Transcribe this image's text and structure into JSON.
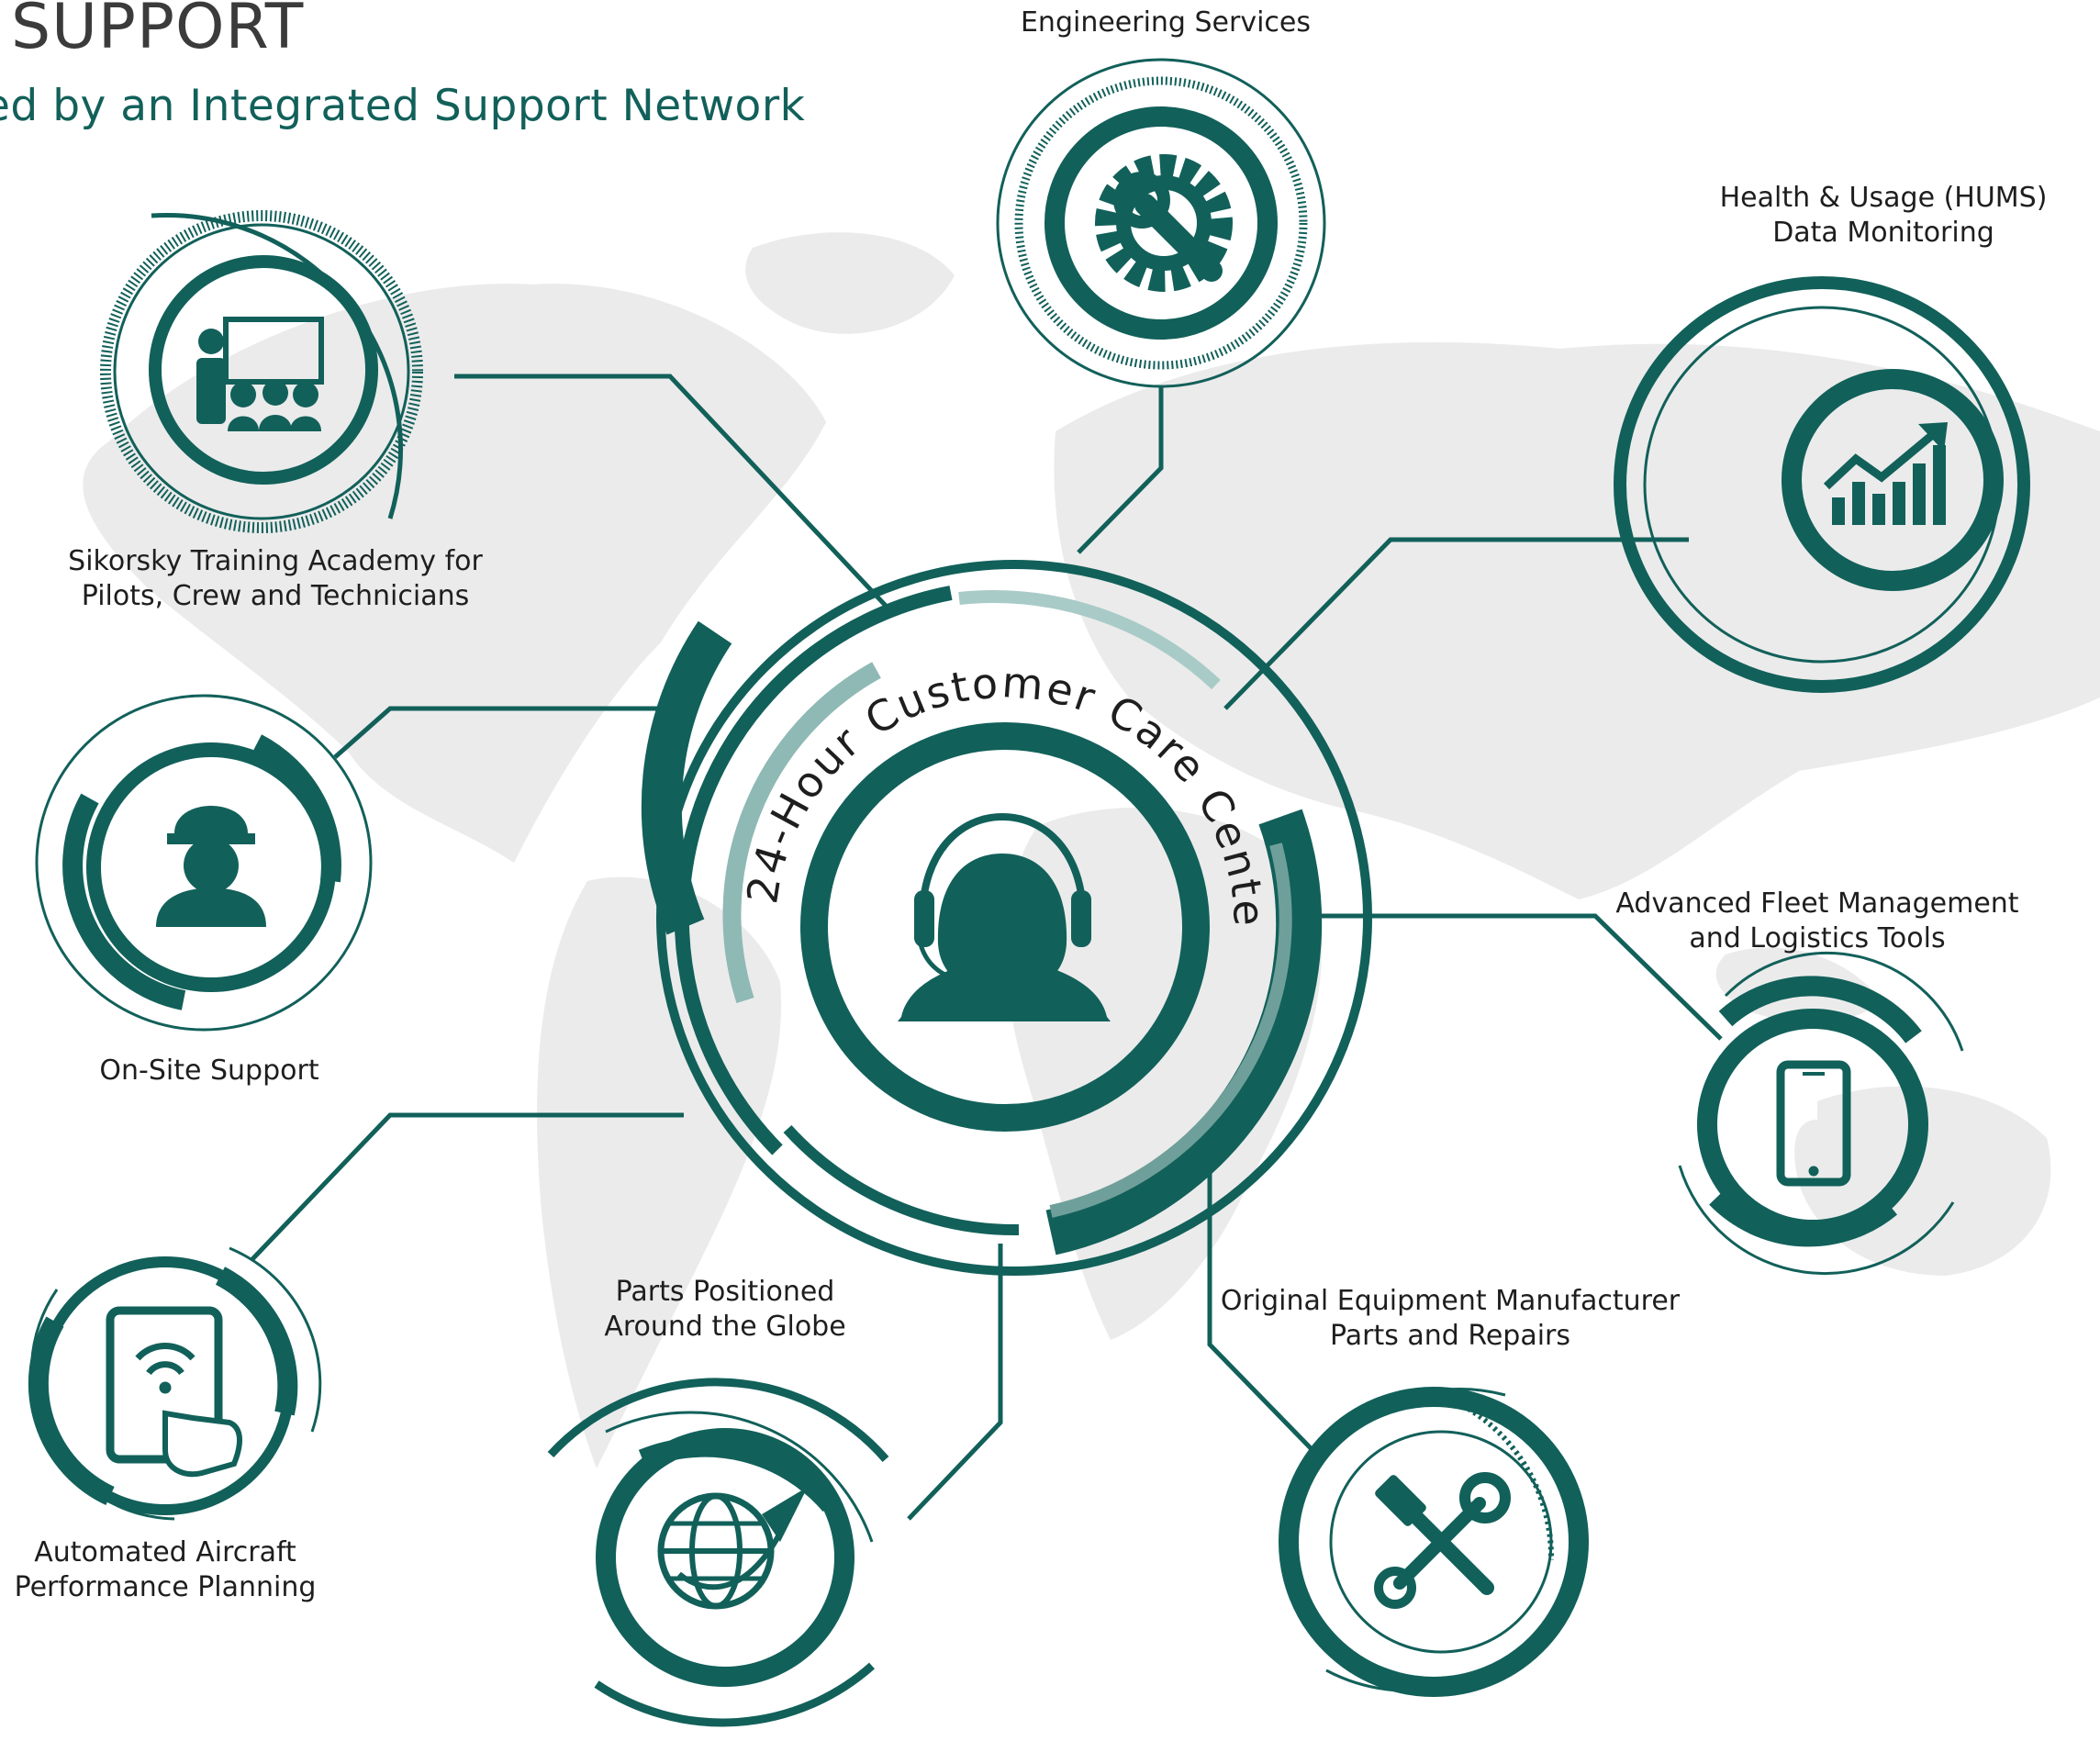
{
  "header": {
    "title": "SUPPORT",
    "subtitle": "ed by an Integrated Support Network"
  },
  "center": {
    "label": "24-Hour Customer Care Center",
    "icon": "headset-agent-icon"
  },
  "nodes": {
    "engineering": {
      "lines": [
        "Engineering Services"
      ],
      "icon": "gear-wrench-icon"
    },
    "hums": {
      "lines": [
        "Health & Usage (HUMS)",
        "Data Monitoring"
      ],
      "icon": "rising-chart-icon"
    },
    "training": {
      "lines": [
        "Sikorsky Training Academy for",
        "Pilots, Crew and Technicians"
      ],
      "icon": "classroom-presentation-icon"
    },
    "onsite": {
      "lines": [
        "On-Site Support"
      ],
      "icon": "hardhat-worker-icon"
    },
    "fleet": {
      "lines": [
        "Advanced Fleet Management",
        "and Logistics Tools"
      ],
      "icon": "smartphone-icon"
    },
    "planning": {
      "lines": [
        "Automated Aircraft",
        "Performance Planning"
      ],
      "icon": "tablet-touch-icon"
    },
    "parts": {
      "lines": [
        "Parts Positioned",
        "Around the Globe"
      ],
      "icon": "globe-airplane-icon"
    },
    "oem": {
      "lines": [
        "Original Equipment Manufacturer",
        "Parts and Repairs"
      ],
      "icon": "hammer-wrench-icon"
    }
  },
  "colors": {
    "teal": "#12605a",
    "teal_light": "#8fb9b5",
    "teal_pale": "#c5dedb",
    "map_gray": "#ebebeb",
    "text": "#1e1e1e"
  }
}
